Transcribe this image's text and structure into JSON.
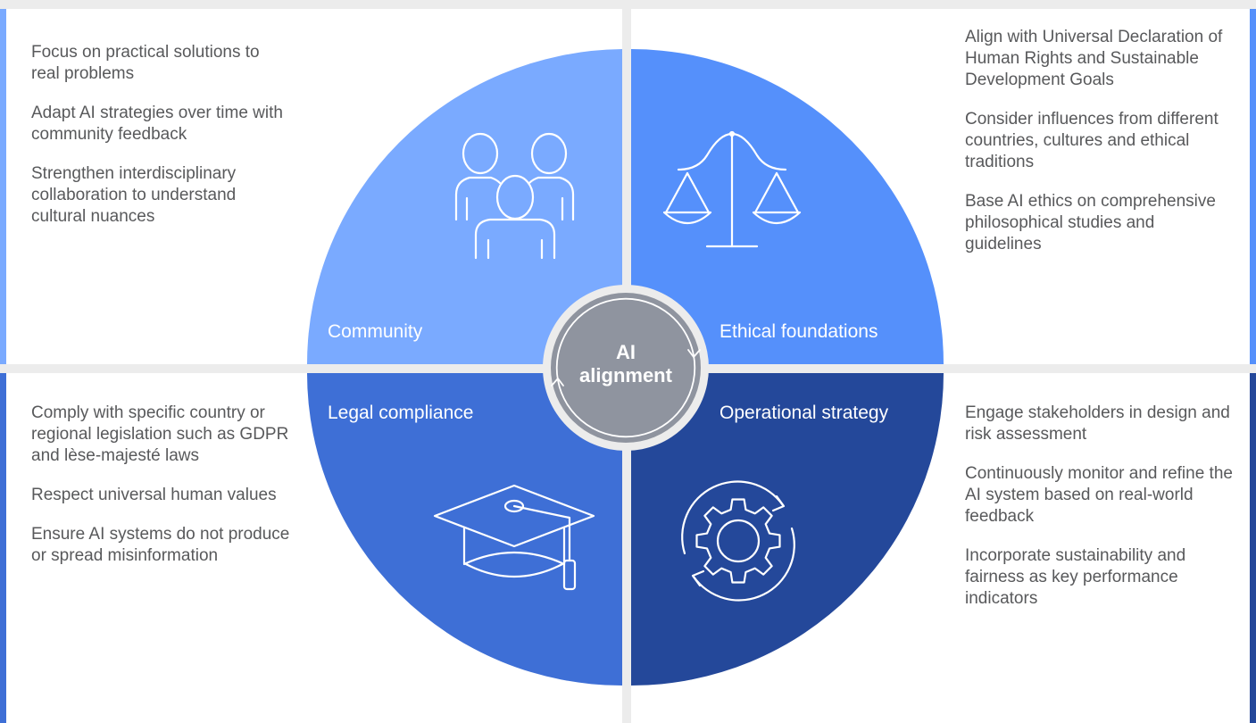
{
  "colors": {
    "background": "#ececec",
    "panel": "#ffffff",
    "community": "#7aaaff",
    "ethical": "#5590fb",
    "legal": "#3e6fd6",
    "operational": "#24489a",
    "center": "#8f949f",
    "text": "#58595b"
  },
  "center": {
    "line1": "AI",
    "line2": "alignment"
  },
  "quadrants": {
    "community": {
      "label": "Community",
      "icon": "people-group-icon",
      "bullets": [
        "Focus on practical solutions to real problems",
        "Adapt AI strategies over time with community feedback",
        "Strengthen interdisciplinary collaboration to understand cultural nuances"
      ]
    },
    "ethical": {
      "label": "Ethical foundations",
      "icon": "scales-icon",
      "bullets": [
        "Align with Universal Declaration of Human Rights and Sustainable Development Goals",
        "Consider influences from different countries, cultures and ethical traditions",
        "Base AI ethics on comprehensive philosophical studies and guidelines"
      ]
    },
    "legal": {
      "label": "Legal compliance",
      "icon": "graduation-cap-icon",
      "bullets": [
        "Comply with specific country or regional legislation such as GDPR and lèse-majesté laws",
        "Respect universal human values",
        "Ensure AI systems do not produce or spread misinformation"
      ]
    },
    "operational": {
      "label": "Operational strategy",
      "icon": "gear-cycle-icon",
      "bullets": [
        "Engage stakeholders in design and risk assessment",
        "Continuously monitor and refine the AI system based on real-world feedback",
        "Incorporate sustainability and fairness as key performance indicators"
      ]
    }
  }
}
